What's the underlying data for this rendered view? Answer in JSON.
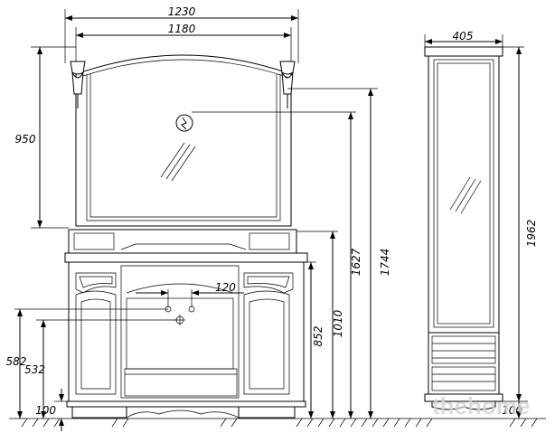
{
  "drawing": {
    "dimensions": {
      "overall_width": "1230",
      "mirror_width": "1180",
      "cabinet_depth": "405",
      "mirror_height": "950",
      "mirror_bottom_height": "1627",
      "lamp_height": "1744",
      "countertop_height": "1010",
      "cabinet_height": "852",
      "pipe_outlet_height": "120",
      "water_inlet_height": "582",
      "drain_height": "532",
      "leg_height_vanity": "100",
      "leg_height_cabinet": "100",
      "column_height": "1962"
    },
    "watermark": "thehome"
  }
}
